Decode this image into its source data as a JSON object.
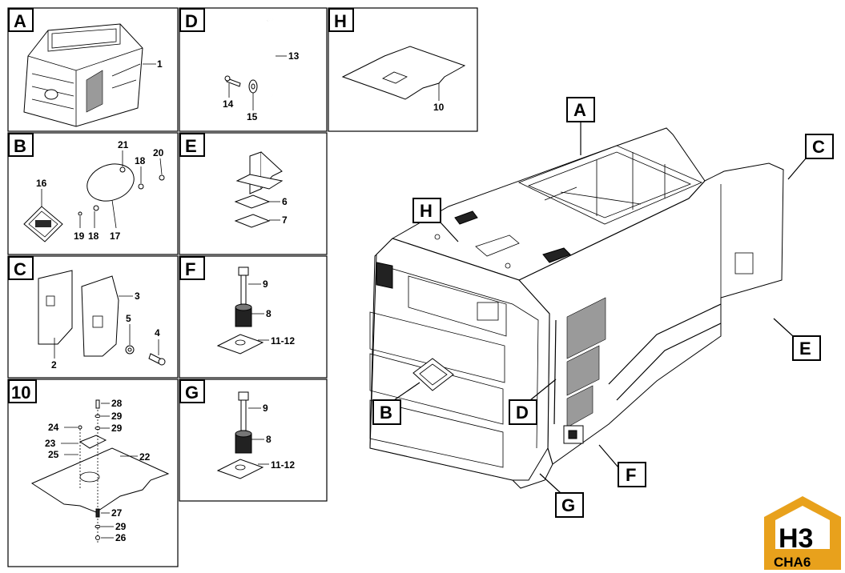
{
  "panels": [
    {
      "letter": "A",
      "labels": [
        "1"
      ]
    },
    {
      "letter": "B",
      "labels": [
        "21",
        "18",
        "20",
        "16",
        "19",
        "18",
        "17"
      ]
    },
    {
      "letter": "C",
      "labels": [
        "3",
        "5",
        "4",
        "2"
      ]
    },
    {
      "letter": "10",
      "labels": [
        "28",
        "29",
        "29",
        "24",
        "23",
        "25",
        "22",
        "27",
        "29",
        "26"
      ]
    },
    {
      "letter": "D",
      "labels": [
        "13",
        "14",
        "15"
      ]
    },
    {
      "letter": "E",
      "labels": [
        "6",
        "7"
      ]
    },
    {
      "letter": "F",
      "labels": [
        "9",
        "8",
        "11-12"
      ]
    },
    {
      "letter": "G",
      "labels": [
        "9",
        "8",
        "11-12"
      ]
    },
    {
      "letter": "H",
      "labels": [
        "10"
      ]
    }
  ],
  "main_callouts": [
    "A",
    "C",
    "H",
    "E",
    "B",
    "D",
    "F",
    "G"
  ],
  "logo": {
    "mark": "H3",
    "text": "CHA6",
    "color": "#e8a11c"
  }
}
